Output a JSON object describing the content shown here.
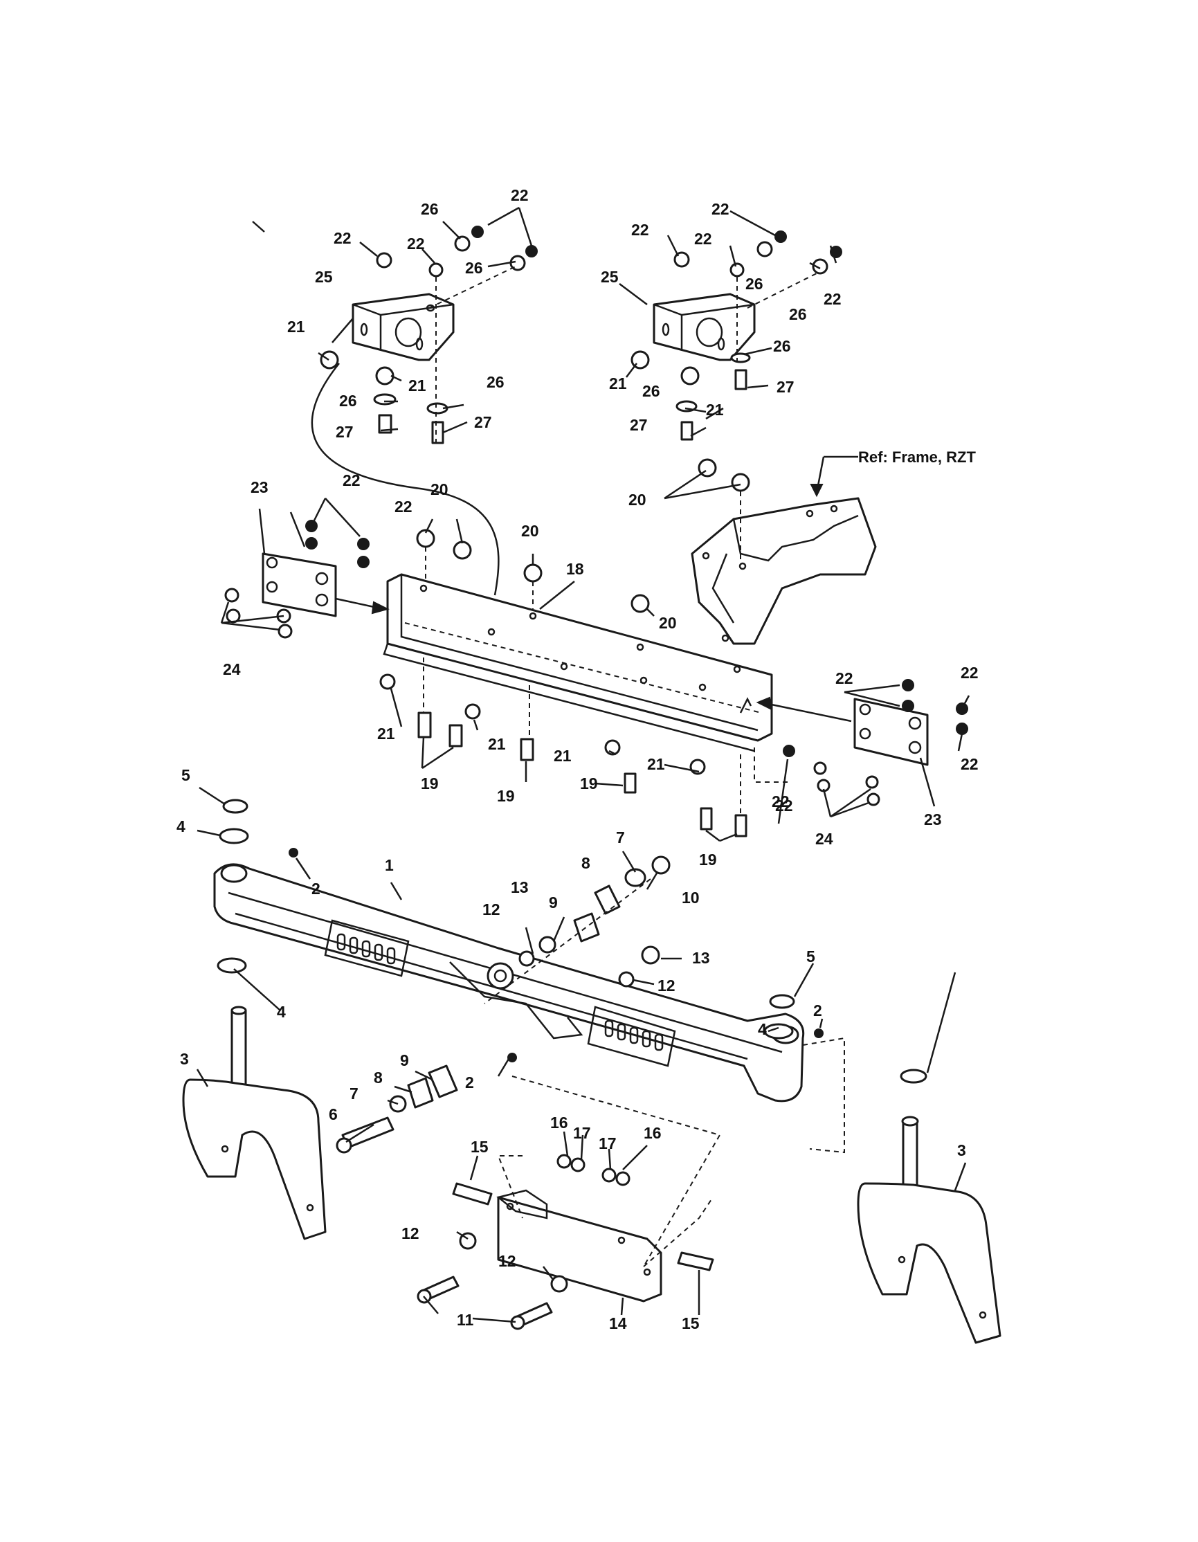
{
  "diagram": {
    "ref_label": "Ref: Frame, RZT",
    "callouts": [
      "22",
      "26",
      "22",
      "22",
      "22",
      "26",
      "25",
      "21",
      "21",
      "26",
      "26",
      "27",
      "27",
      "22",
      "22",
      "22",
      "26",
      "22",
      "25",
      "26",
      "26",
      "21",
      "26",
      "27",
      "21",
      "27",
      "20",
      "23",
      "22",
      "22",
      "20",
      "20",
      "18",
      "20",
      "24",
      "22",
      "22",
      "22",
      "22",
      "19",
      "21",
      "21",
      "21",
      "19",
      "19",
      "21",
      "22",
      "24",
      "23",
      "19",
      "5",
      "4",
      "2",
      "1",
      "7",
      "8",
      "10",
      "13",
      "9",
      "12",
      "13",
      "12",
      "5",
      "4",
      "2",
      "4",
      "3",
      "2",
      "9",
      "8",
      "7",
      "6",
      "3",
      "16",
      "17",
      "17",
      "16",
      "15",
      "12",
      "12",
      "11",
      "14",
      "15"
    ]
  }
}
